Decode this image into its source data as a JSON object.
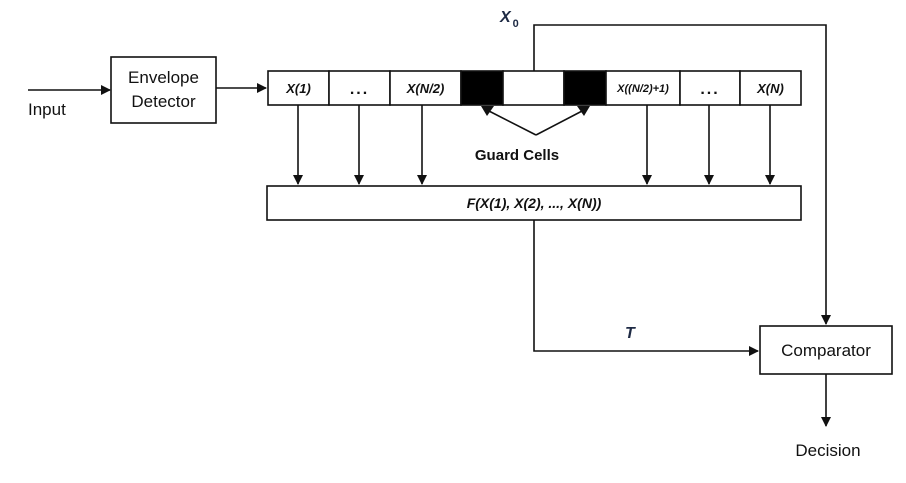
{
  "labels": {
    "input": "Input",
    "envelope_line1": "Envelope",
    "envelope_line2": "Detector",
    "guard_cells": "Guard Cells",
    "function": "F(X(1), X(2), ..., X(N))",
    "x0_main": "X",
    "x0_sub": "0",
    "threshold": "T",
    "comparator": "Comparator",
    "decision": "Decision"
  },
  "cells": {
    "x1": "X(1)",
    "dots_left": "...",
    "xn2": "X(N/2)",
    "xn2p1": "X((N/2)+1)",
    "dots_right": "...",
    "xn": "X(N)"
  },
  "colors": {
    "line": "#111111",
    "guard_fill": "#000000",
    "variable_text": "#1e2a44"
  }
}
